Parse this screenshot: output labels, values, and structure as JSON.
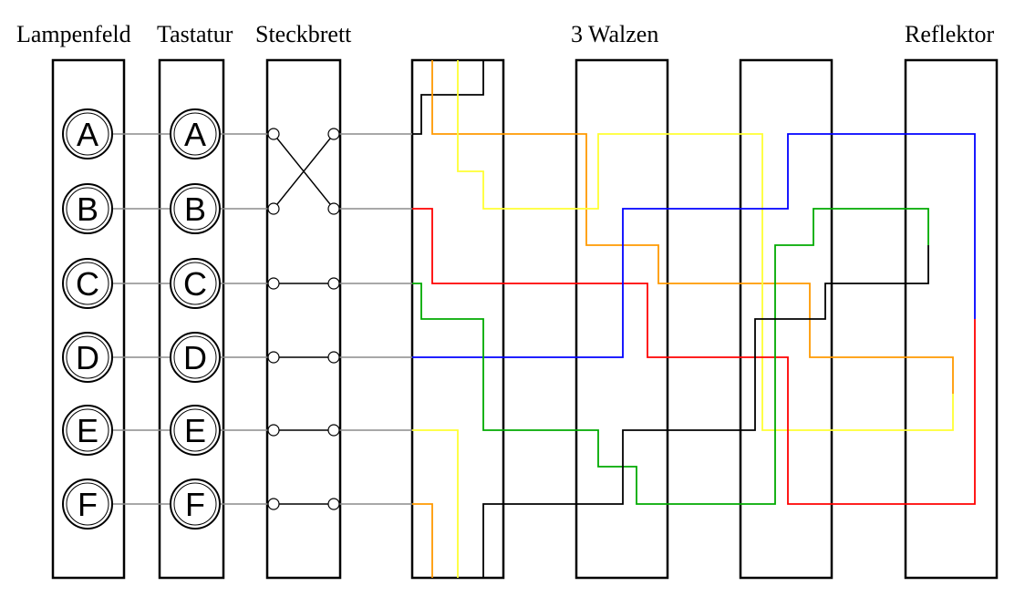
{
  "headings": {
    "lampenfeld": "Lampenfeld",
    "tastatur": "Tastatur",
    "steckbrett": "Steckbrett",
    "walzen": "3 Walzen",
    "reflektor": "Reflektor"
  },
  "letters": [
    "A",
    "B",
    "C",
    "D",
    "E",
    "F"
  ],
  "highlights": {
    "lamp_lit": "D",
    "key_pressed": "B"
  },
  "plugboard_swaps": [
    [
      "A",
      "B"
    ]
  ],
  "colors": {
    "lamp_lit": "#ffff00",
    "key_pressed": "#808080",
    "orange": "#ff9900",
    "yellow": "#ffff33",
    "blue": "#0000ff",
    "red": "#ff0000",
    "green": "#00aa00",
    "black": "#000000"
  }
}
